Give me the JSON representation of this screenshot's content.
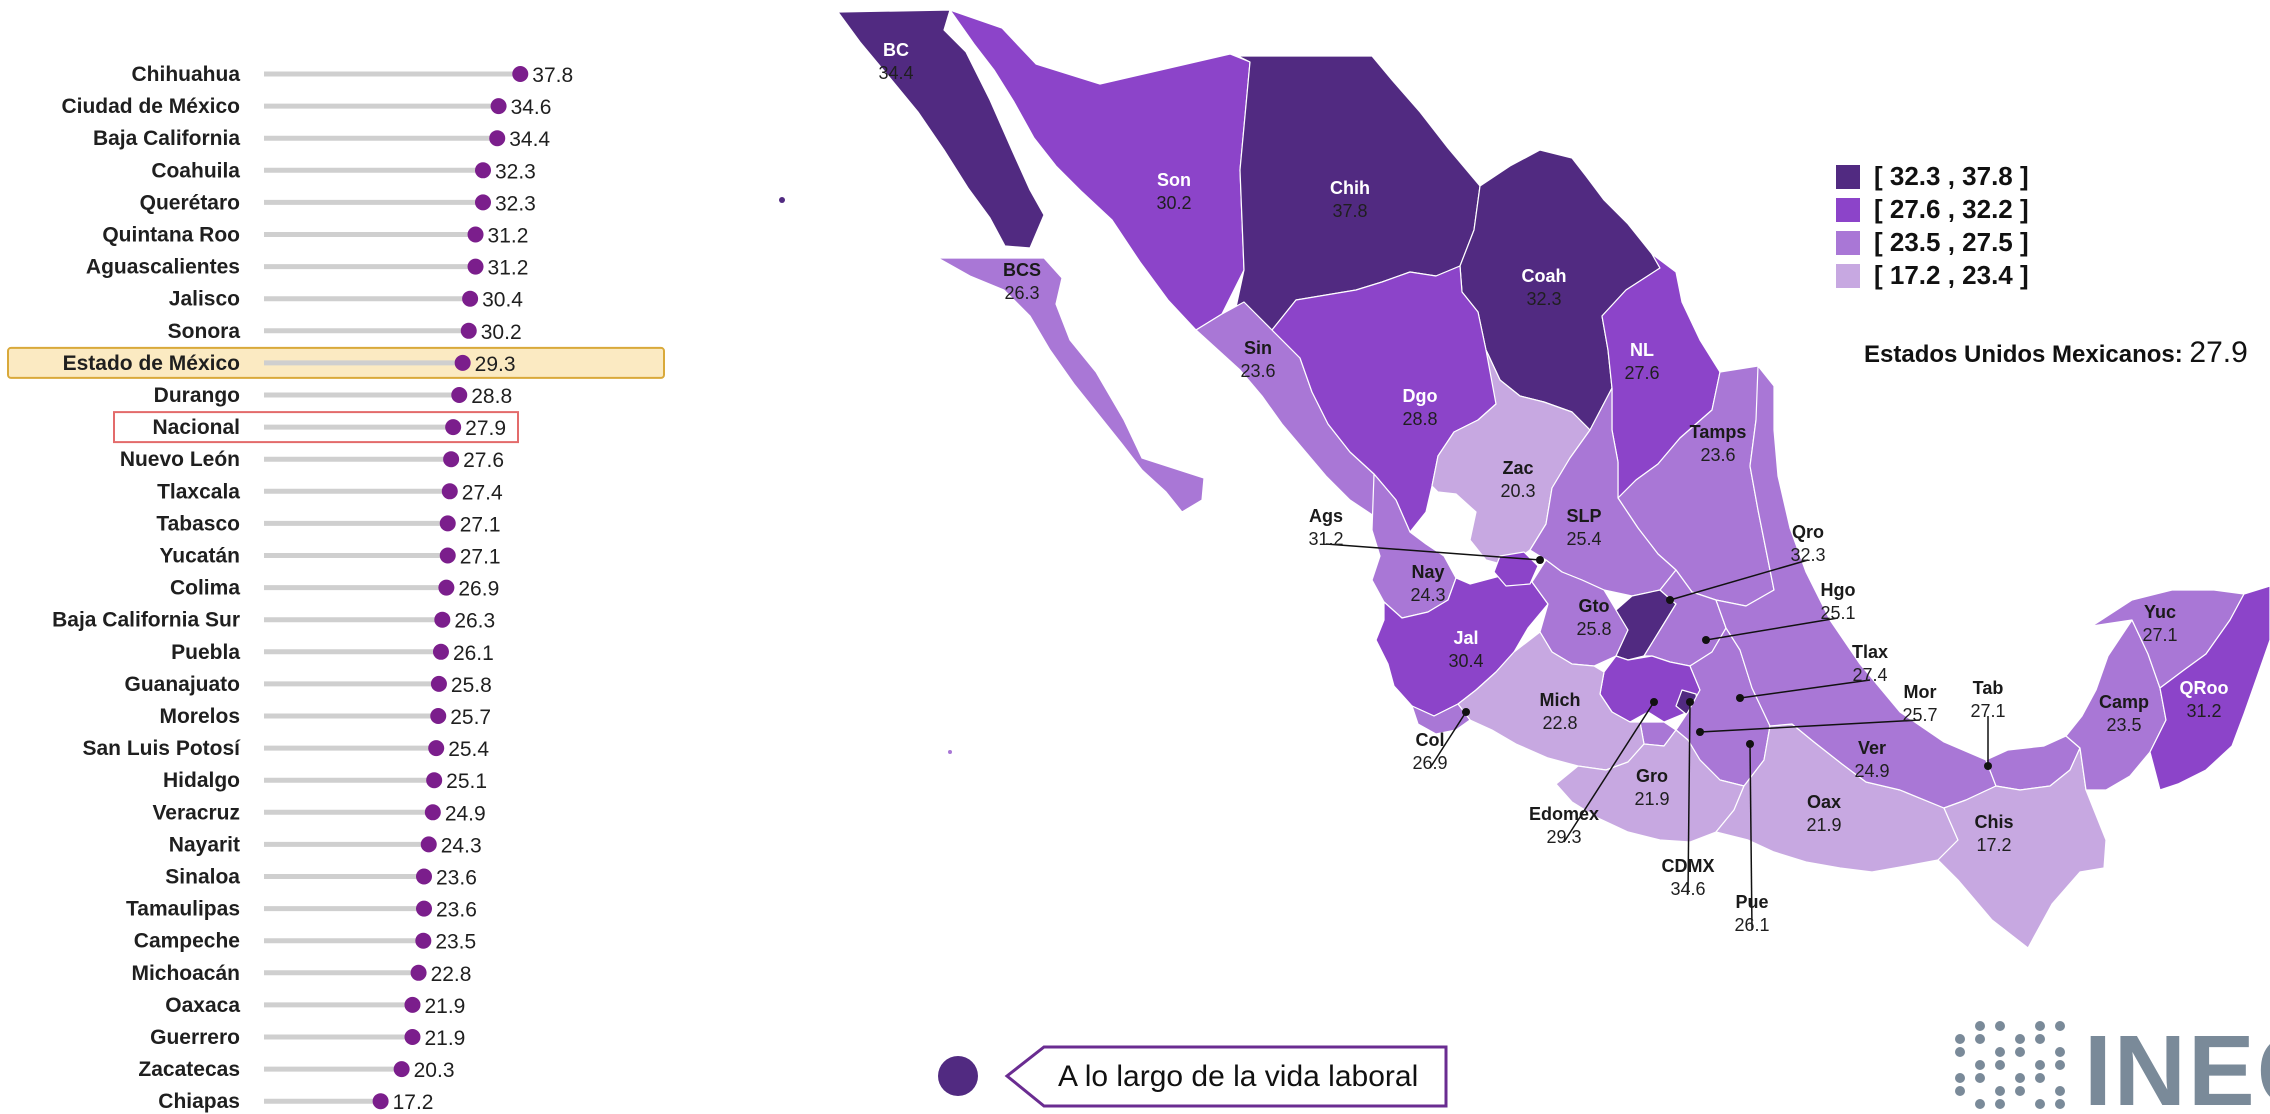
{
  "colors": {
    "dot": "#7b1e8c",
    "bin1": "#512a81",
    "bin2": "#8c44c9",
    "bin3": "#a977d6",
    "bin4": "#c7a8e1",
    "highlight_edomex_fill": "#fbeac2",
    "highlight_edomex_border": "#d9a93a",
    "highlight_nacional_border": "#e36b6b"
  },
  "chart_data": {
    "type": "lollipop",
    "xlim": [
      0,
      40
    ],
    "highlights": {
      "Estado de México": "edomex",
      "Nacional": "nacional"
    },
    "categories": [
      "Chihuahua",
      "Ciudad de México",
      "Baja California",
      "Coahuila",
      "Querétaro",
      "Quintana Roo",
      "Aguascalientes",
      "Jalisco",
      "Sonora",
      "Estado de México",
      "Durango",
      "Nacional",
      "Nuevo León",
      "Tlaxcala",
      "Tabasco",
      "Yucatán",
      "Colima",
      "Baja California Sur",
      "Puebla",
      "Guanajuato",
      "Morelos",
      "San Luis Potosí",
      "Hidalgo",
      "Veracruz",
      "Nayarit",
      "Sinaloa",
      "Tamaulipas",
      "Campeche",
      "Michoacán",
      "Oaxaca",
      "Guerrero",
      "Zacatecas",
      "Chiapas"
    ],
    "values": [
      37.8,
      34.6,
      34.4,
      32.3,
      32.3,
      31.2,
      31.2,
      30.4,
      30.2,
      29.3,
      28.8,
      27.9,
      27.6,
      27.4,
      27.1,
      27.1,
      26.9,
      26.3,
      26.1,
      25.8,
      25.7,
      25.4,
      25.1,
      24.9,
      24.3,
      23.6,
      23.6,
      23.5,
      22.8,
      21.9,
      21.9,
      20.3,
      17.2
    ],
    "value_labels": [
      "37.8",
      "34.6",
      "34.4",
      "32.3",
      "32.3",
      "31.2",
      "31.2",
      "30.4",
      "30.2",
      "29.3",
      "28.8",
      "27.9",
      "27.6",
      "27.4",
      "27.1",
      "27.1",
      "26.9",
      "26.3",
      "26.1",
      "25.8",
      "25.7",
      "25.4",
      "25.1",
      "24.9",
      "24.3",
      "23.6",
      "23.6",
      "23.5",
      "22.8",
      "21.9",
      "21.9",
      "20.3",
      "17.2"
    ]
  },
  "map": {
    "legend": [
      {
        "label": "[ 32.3 , 37.8 ]",
        "color_key": "bin1"
      },
      {
        "label": "[ 27.6 , 32.2 ]",
        "color_key": "bin2"
      },
      {
        "label": "[ 23.5 , 27.5 ]",
        "color_key": "bin3"
      },
      {
        "label": "[ 17.2 , 23.4 ]",
        "color_key": "bin4"
      }
    ],
    "national_label": "Estados Unidos Mexicanos:",
    "national_value": "27.9",
    "states": [
      {
        "code": "BC",
        "value": "34.4",
        "bin": "bin1"
      },
      {
        "code": "BCS",
        "value": "26.3",
        "bin": "bin3"
      },
      {
        "code": "Son",
        "value": "30.2",
        "bin": "bin2"
      },
      {
        "code": "Chih",
        "value": "37.8",
        "bin": "bin1"
      },
      {
        "code": "Coah",
        "value": "32.3",
        "bin": "bin1"
      },
      {
        "code": "NL",
        "value": "27.6",
        "bin": "bin2"
      },
      {
        "code": "Tamps",
        "value": "23.6",
        "bin": "bin3"
      },
      {
        "code": "Sin",
        "value": "23.6",
        "bin": "bin3"
      },
      {
        "code": "Dgo",
        "value": "28.8",
        "bin": "bin2"
      },
      {
        "code": "Zac",
        "value": "20.3",
        "bin": "bin4"
      },
      {
        "code": "SLP",
        "value": "25.4",
        "bin": "bin3"
      },
      {
        "code": "Ags",
        "value": "31.2",
        "bin": "bin2"
      },
      {
        "code": "Nay",
        "value": "24.3",
        "bin": "bin3"
      },
      {
        "code": "Jal",
        "value": "30.4",
        "bin": "bin2"
      },
      {
        "code": "Gto",
        "value": "25.8",
        "bin": "bin3"
      },
      {
        "code": "Qro",
        "value": "32.3",
        "bin": "bin1"
      },
      {
        "code": "Hgo",
        "value": "25.1",
        "bin": "bin3"
      },
      {
        "code": "Tlax",
        "value": "27.4",
        "bin": "bin3"
      },
      {
        "code": "Mor",
        "value": "25.7",
        "bin": "bin3"
      },
      {
        "code": "Col",
        "value": "26.9",
        "bin": "bin3"
      },
      {
        "code": "Mich",
        "value": "22.8",
        "bin": "bin4"
      },
      {
        "code": "Edomex",
        "value": "29.3",
        "bin": "bin2"
      },
      {
        "code": "CDMX",
        "value": "34.6",
        "bin": "bin1"
      },
      {
        "code": "Pue",
        "value": "26.1",
        "bin": "bin3"
      },
      {
        "code": "Gro",
        "value": "21.9",
        "bin": "bin4"
      },
      {
        "code": "Oax",
        "value": "21.9",
        "bin": "bin4"
      },
      {
        "code": "Ver",
        "value": "24.9",
        "bin": "bin3"
      },
      {
        "code": "Tab",
        "value": "27.1",
        "bin": "bin3"
      },
      {
        "code": "Chis",
        "value": "17.2",
        "bin": "bin4"
      },
      {
        "code": "Camp",
        "value": "23.5",
        "bin": "bin3"
      },
      {
        "code": "Yuc",
        "value": "27.1",
        "bin": "bin3"
      },
      {
        "code": "QRoo",
        "value": "31.2",
        "bin": "bin2"
      }
    ]
  },
  "footer": {
    "tag_label": "A lo largo de la vida laboral",
    "logo_text": "INEGI"
  }
}
